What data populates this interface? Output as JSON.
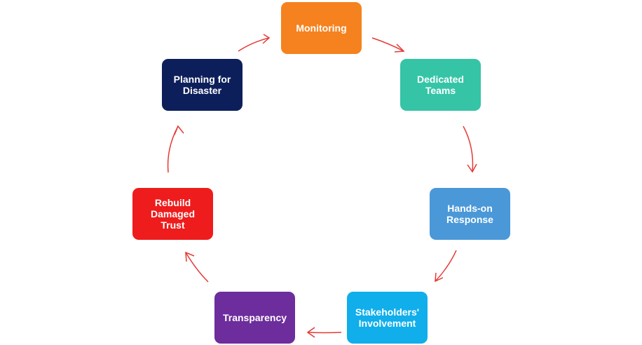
{
  "diagram": {
    "type": "cycle",
    "connector_color": "#e53935",
    "nodes": [
      {
        "id": "monitoring",
        "label": "Monitoring",
        "color": "#f5821f"
      },
      {
        "id": "dedicated-teams",
        "label": "Dedicated\nTeams",
        "color": "#35c5a6"
      },
      {
        "id": "hands-on-response",
        "label": "Hands-on\nResponse",
        "color": "#4a98d8"
      },
      {
        "id": "stakeholders-involvement",
        "label": "Stakeholders'\nInvolvement",
        "color": "#10aeea"
      },
      {
        "id": "transparency",
        "label": "Transparency",
        "color": "#6d2d9c"
      },
      {
        "id": "rebuild-damaged-trust",
        "label": "Rebuild\nDamaged\nTrust",
        "color": "#ee1c1c"
      },
      {
        "id": "planning-for-disaster",
        "label": "Planning for\nDisaster",
        "color": "#0d1f5b"
      }
    ],
    "edges": [
      {
        "from": "monitoring",
        "to": "dedicated-teams"
      },
      {
        "from": "dedicated-teams",
        "to": "hands-on-response"
      },
      {
        "from": "hands-on-response",
        "to": "stakeholders-involvement"
      },
      {
        "from": "stakeholders-involvement",
        "to": "transparency"
      },
      {
        "from": "transparency",
        "to": "rebuild-damaged-trust"
      },
      {
        "from": "rebuild-damaged-trust",
        "to": "planning-for-disaster"
      },
      {
        "from": "planning-for-disaster",
        "to": "monitoring"
      }
    ]
  }
}
